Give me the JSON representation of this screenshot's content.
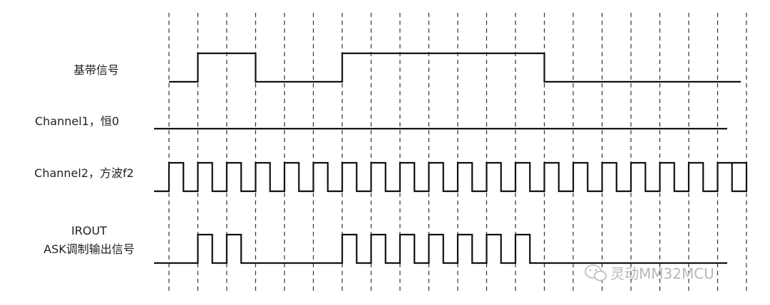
{
  "labels": {
    "baseband": "基带信号",
    "channel1": "Channel1，恒0",
    "channel2": "Channel2，方波f2",
    "irout_line1": "IROUT",
    "irout_line2": "ASK调制输出信号"
  },
  "watermark": {
    "text": "灵动MM32MCU",
    "icon": "wechat-icon"
  },
  "signals": {
    "baseband_bits": [
      0,
      1,
      1,
      0,
      0,
      0,
      1,
      1,
      1,
      1,
      1,
      1,
      1,
      0,
      0,
      0,
      0,
      0,
      0,
      0
    ],
    "channel1_level": 0,
    "channel2_periods": 20,
    "irout": "baseband AND channel2"
  },
  "colors": {
    "line": "#111111",
    "grid": "#333333",
    "watermark": "#b8b8b8"
  }
}
